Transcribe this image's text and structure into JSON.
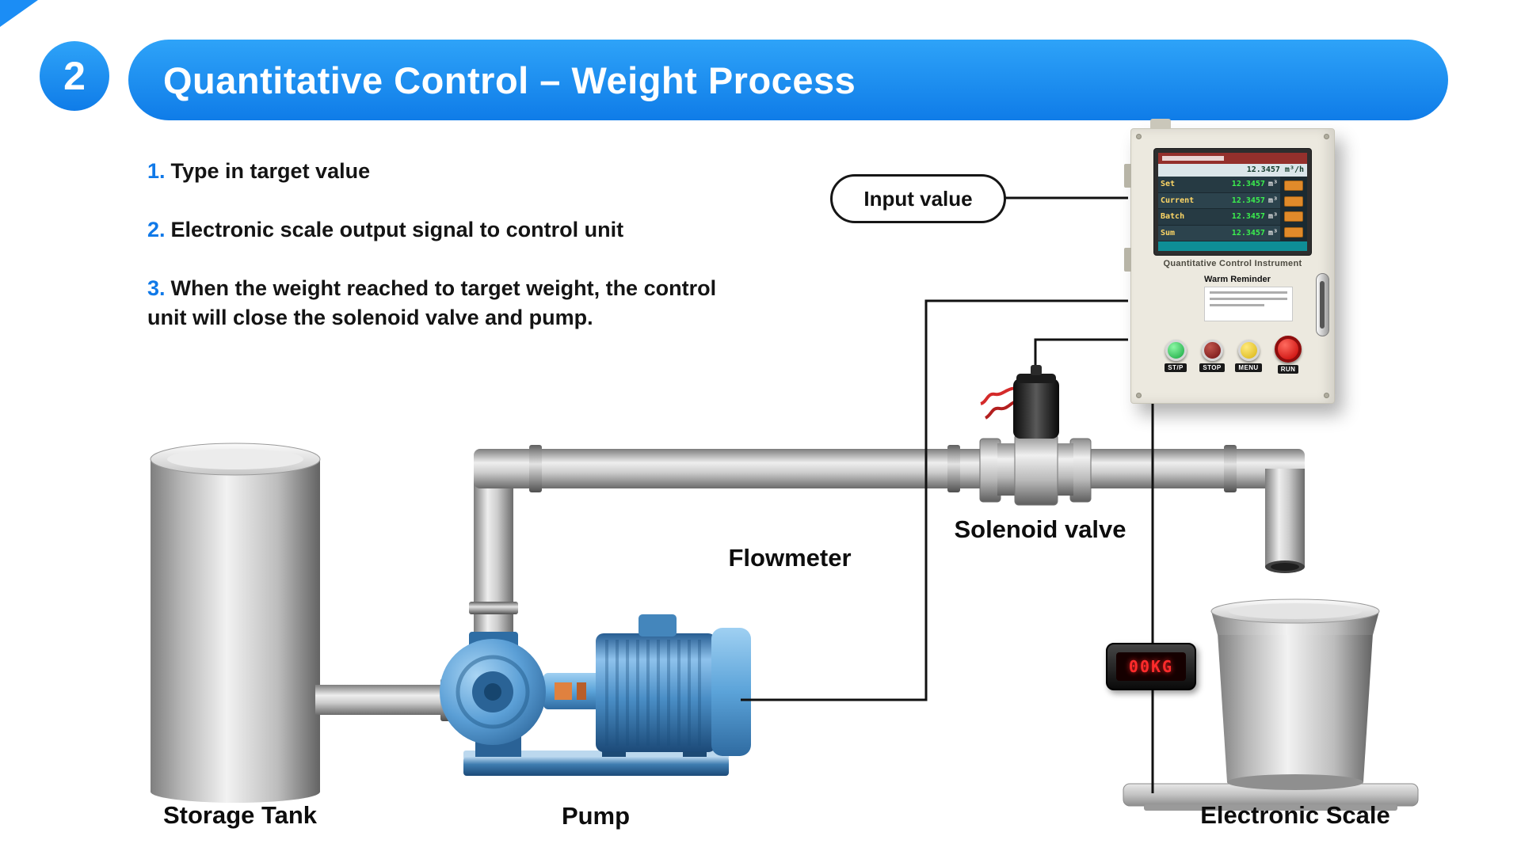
{
  "page": {
    "background": "#ffffff",
    "accent_blue": "#1b8df5",
    "pump_blue": "#4a8ec6",
    "display_red": "#ff2b2b"
  },
  "header": {
    "badge": "2",
    "title": "Quantitative Control –  Weight Process"
  },
  "steps": [
    {
      "number": "1.",
      "text": "Type in target value"
    },
    {
      "number": "2.",
      "text": "Electronic scale output signal to control unit"
    },
    {
      "number": "3.",
      "text": "When the weight reached to target weight, the control unit will close the solenoid valve and pump."
    }
  ],
  "callout": {
    "label": "Input value"
  },
  "control_panel": {
    "caption": "Quantitative Control Instrument",
    "reminder_title": "Warm Reminder",
    "screen": {
      "flow_value": "12.3457 m³/h",
      "rows": [
        {
          "label": "Set",
          "value": "12.3457",
          "unit": "m³"
        },
        {
          "label": "Current",
          "value": "12.3457",
          "unit": "m³"
        },
        {
          "label": "Batch",
          "value": "12.3457",
          "unit": "m³"
        },
        {
          "label": "Sum",
          "value": "12.3457",
          "unit": "m³"
        }
      ]
    },
    "buttons": [
      {
        "label": "ST/P",
        "color": "#13a53c"
      },
      {
        "label": "STOP",
        "color": "#701012"
      },
      {
        "label": "MENU",
        "color": "#d8b410"
      },
      {
        "label": "RUN",
        "color": "#c40000"
      }
    ]
  },
  "diagram": {
    "labels": {
      "storage_tank": "Storage Tank",
      "pump": "Pump",
      "flowmeter": "Flowmeter",
      "solenoid_valve": "Solenoid valve",
      "electronic_scale": "Electronic Scale"
    },
    "scale_display": "00KG"
  }
}
